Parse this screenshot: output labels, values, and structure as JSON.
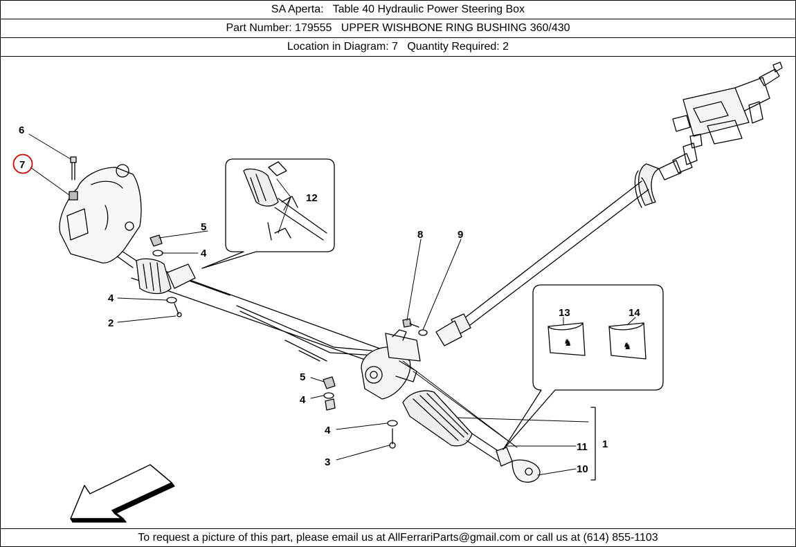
{
  "header": {
    "title": "SA Aperta:   Table 40 Hydraulic Power Steering Box",
    "part": "Part Number: 179555   UPPER WISHBONE RING BUSHING 360/430",
    "location": "Location in Diagram: 7   Quantity Required: 2"
  },
  "diagram": {
    "highlight_color": "#d00000",
    "callouts": {
      "c1": "1",
      "c2": "2",
      "c3": "3",
      "c4a": "4",
      "c4b": "4",
      "c4c": "4",
      "c4d": "4",
      "c5a": "5",
      "c5b": "5",
      "c6": "6",
      "c7": "7",
      "c8": "8",
      "c9": "9",
      "c10": "10",
      "c11": "11",
      "c12": "12",
      "c13": "13",
      "c14": "14"
    }
  },
  "footer": {
    "text": "To request a picture of this part, please email us at AllFerrariParts@gmail.com or call us at (614) 855-1103"
  }
}
